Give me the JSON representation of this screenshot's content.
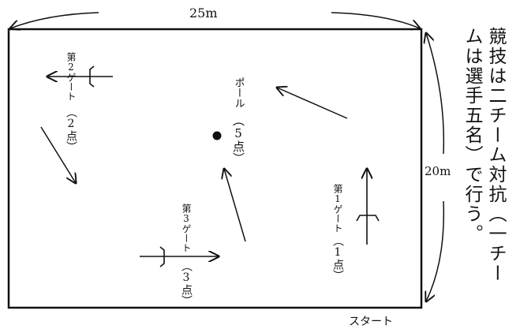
{
  "dimensions": {
    "width_label": "25m",
    "height_label": "20m"
  },
  "gate2": {
    "title": "第2ゲート",
    "points": "（2点）"
  },
  "pole": {
    "title": "ポール",
    "points": "（5点）"
  },
  "gate3": {
    "title": "第3ゲート",
    "points": "（3点）"
  },
  "gate1": {
    "title": "第1ゲート",
    "points": "（1点）"
  },
  "start_label": "スタート",
  "rules": {
    "line1": "競技は二チーム対抗（一チー",
    "line2": "ムは選手五名）で行う。"
  }
}
